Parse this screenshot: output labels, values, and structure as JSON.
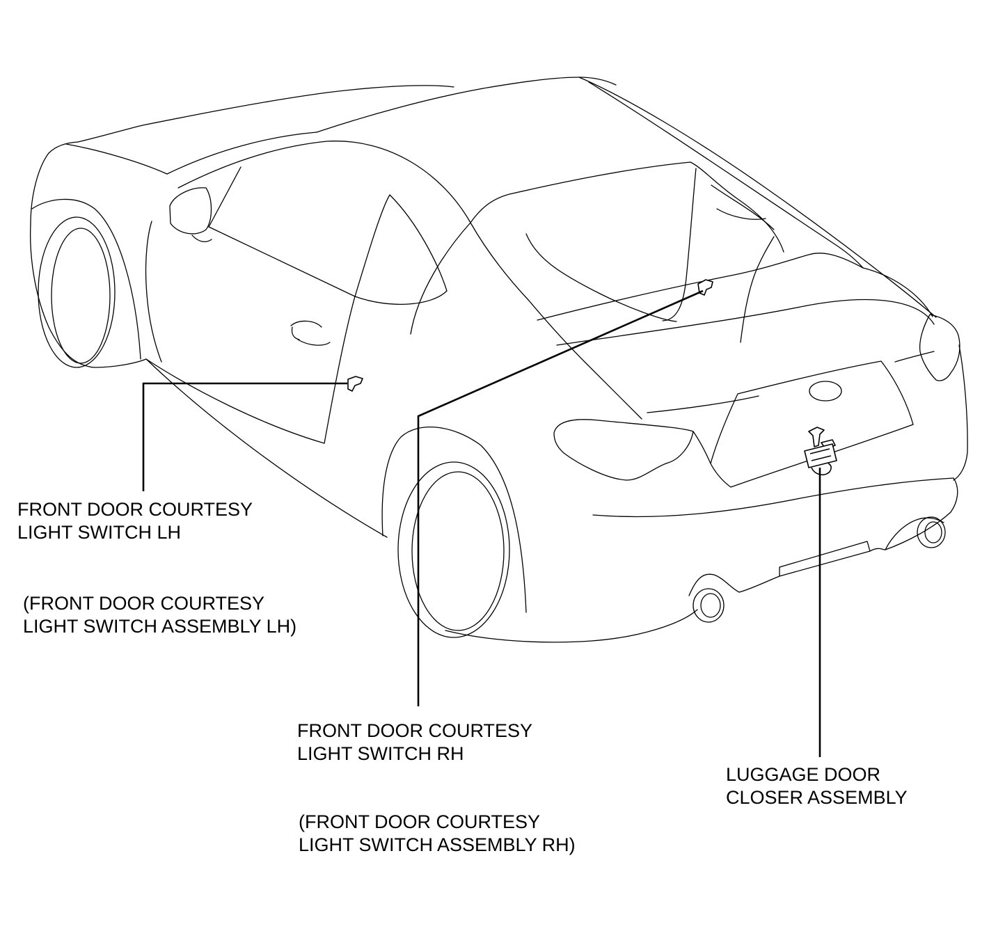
{
  "colors": {
    "line": "#000000",
    "background": "#ffffff"
  },
  "labels": {
    "lh_switch": {
      "line1": "FRONT DOOR COURTESY",
      "line2": "LIGHT SWITCH LH"
    },
    "lh_assembly": {
      "line1": "(FRONT DOOR COURTESY",
      "line2": "LIGHT SWITCH ASSEMBLY LH)"
    },
    "rh_switch": {
      "line1": "FRONT DOOR COURTESY",
      "line2": "LIGHT SWITCH RH"
    },
    "rh_assembly": {
      "line1": "(FRONT DOOR COURTESY",
      "line2": "LIGHT SWITCH ASSEMBLY RH)"
    },
    "luggage_closer": {
      "line1": "LUGGAGE DOOR",
      "line2": "CLOSER ASSEMBLY"
    }
  }
}
